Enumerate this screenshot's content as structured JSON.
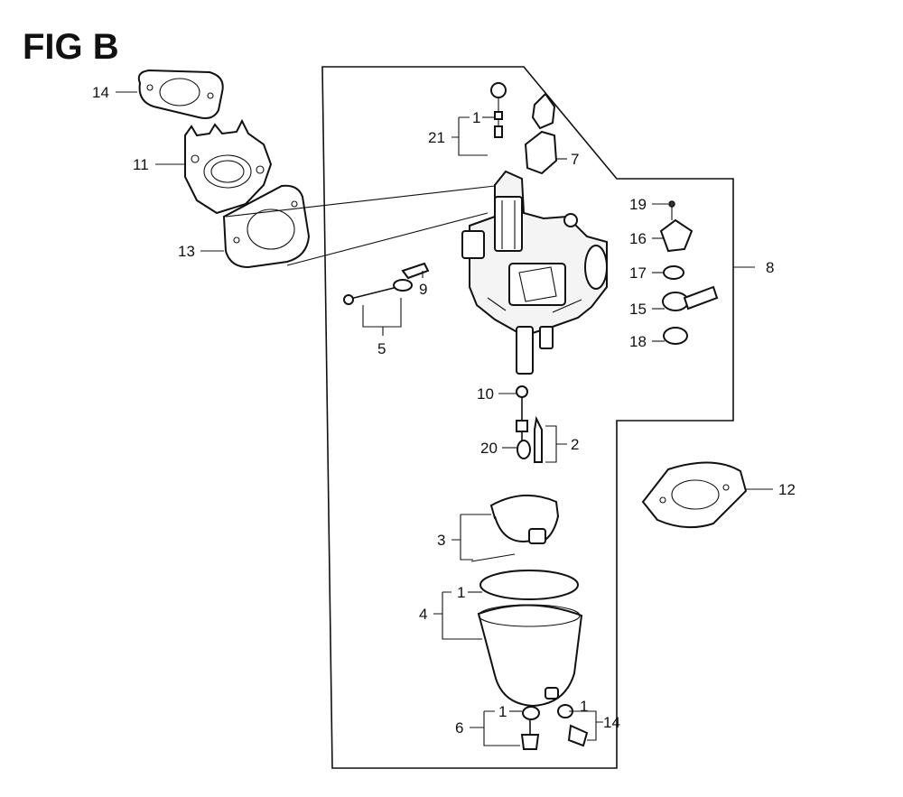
{
  "figure": {
    "title": "FIG B"
  },
  "callouts": {
    "c1_top": "1",
    "c21": "21",
    "c7": "7",
    "c8": "8",
    "c19": "19",
    "c16": "16",
    "c17": "17",
    "c15": "15",
    "c18": "18",
    "c14_top": "14",
    "c11": "11",
    "c13": "13",
    "c9": "9",
    "c5": "5",
    "c10": "10",
    "c20": "20",
    "c2": "2",
    "c12": "12",
    "c3": "3",
    "c4_left": "4",
    "c1_bowl": "1",
    "c6": "6",
    "c1_drain_a": "1",
    "c1_drain_b": "1",
    "c14_drain": "14"
  }
}
